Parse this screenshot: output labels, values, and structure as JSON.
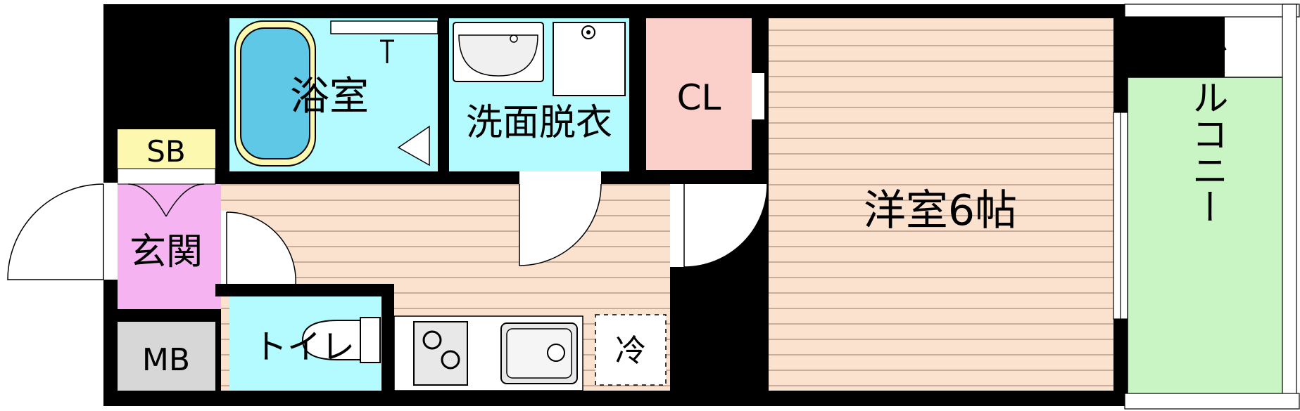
{
  "rooms": {
    "bathroom": "浴室",
    "washroom": "洗面脱衣",
    "closet": "CL",
    "western_room": "洋室6帖",
    "balcony": "バルコニー",
    "shoe_box": "SB",
    "entrance": "玄関",
    "toilet": "トイレ",
    "meter_box": "MB",
    "refrigerator": "冷"
  },
  "colors": {
    "wall": "#000000",
    "wet_area": "#b3fbff",
    "closet": "#fbd0cb",
    "flooring": "#fbe2cf",
    "flooring_lines": "#a88a78",
    "balcony": "#c9f5c4",
    "shoe_box": "#fdf8b0",
    "entrance": "#f5b3f2",
    "meter_box": "#d7d7d7",
    "kitchen_counter": "#ffffff"
  }
}
